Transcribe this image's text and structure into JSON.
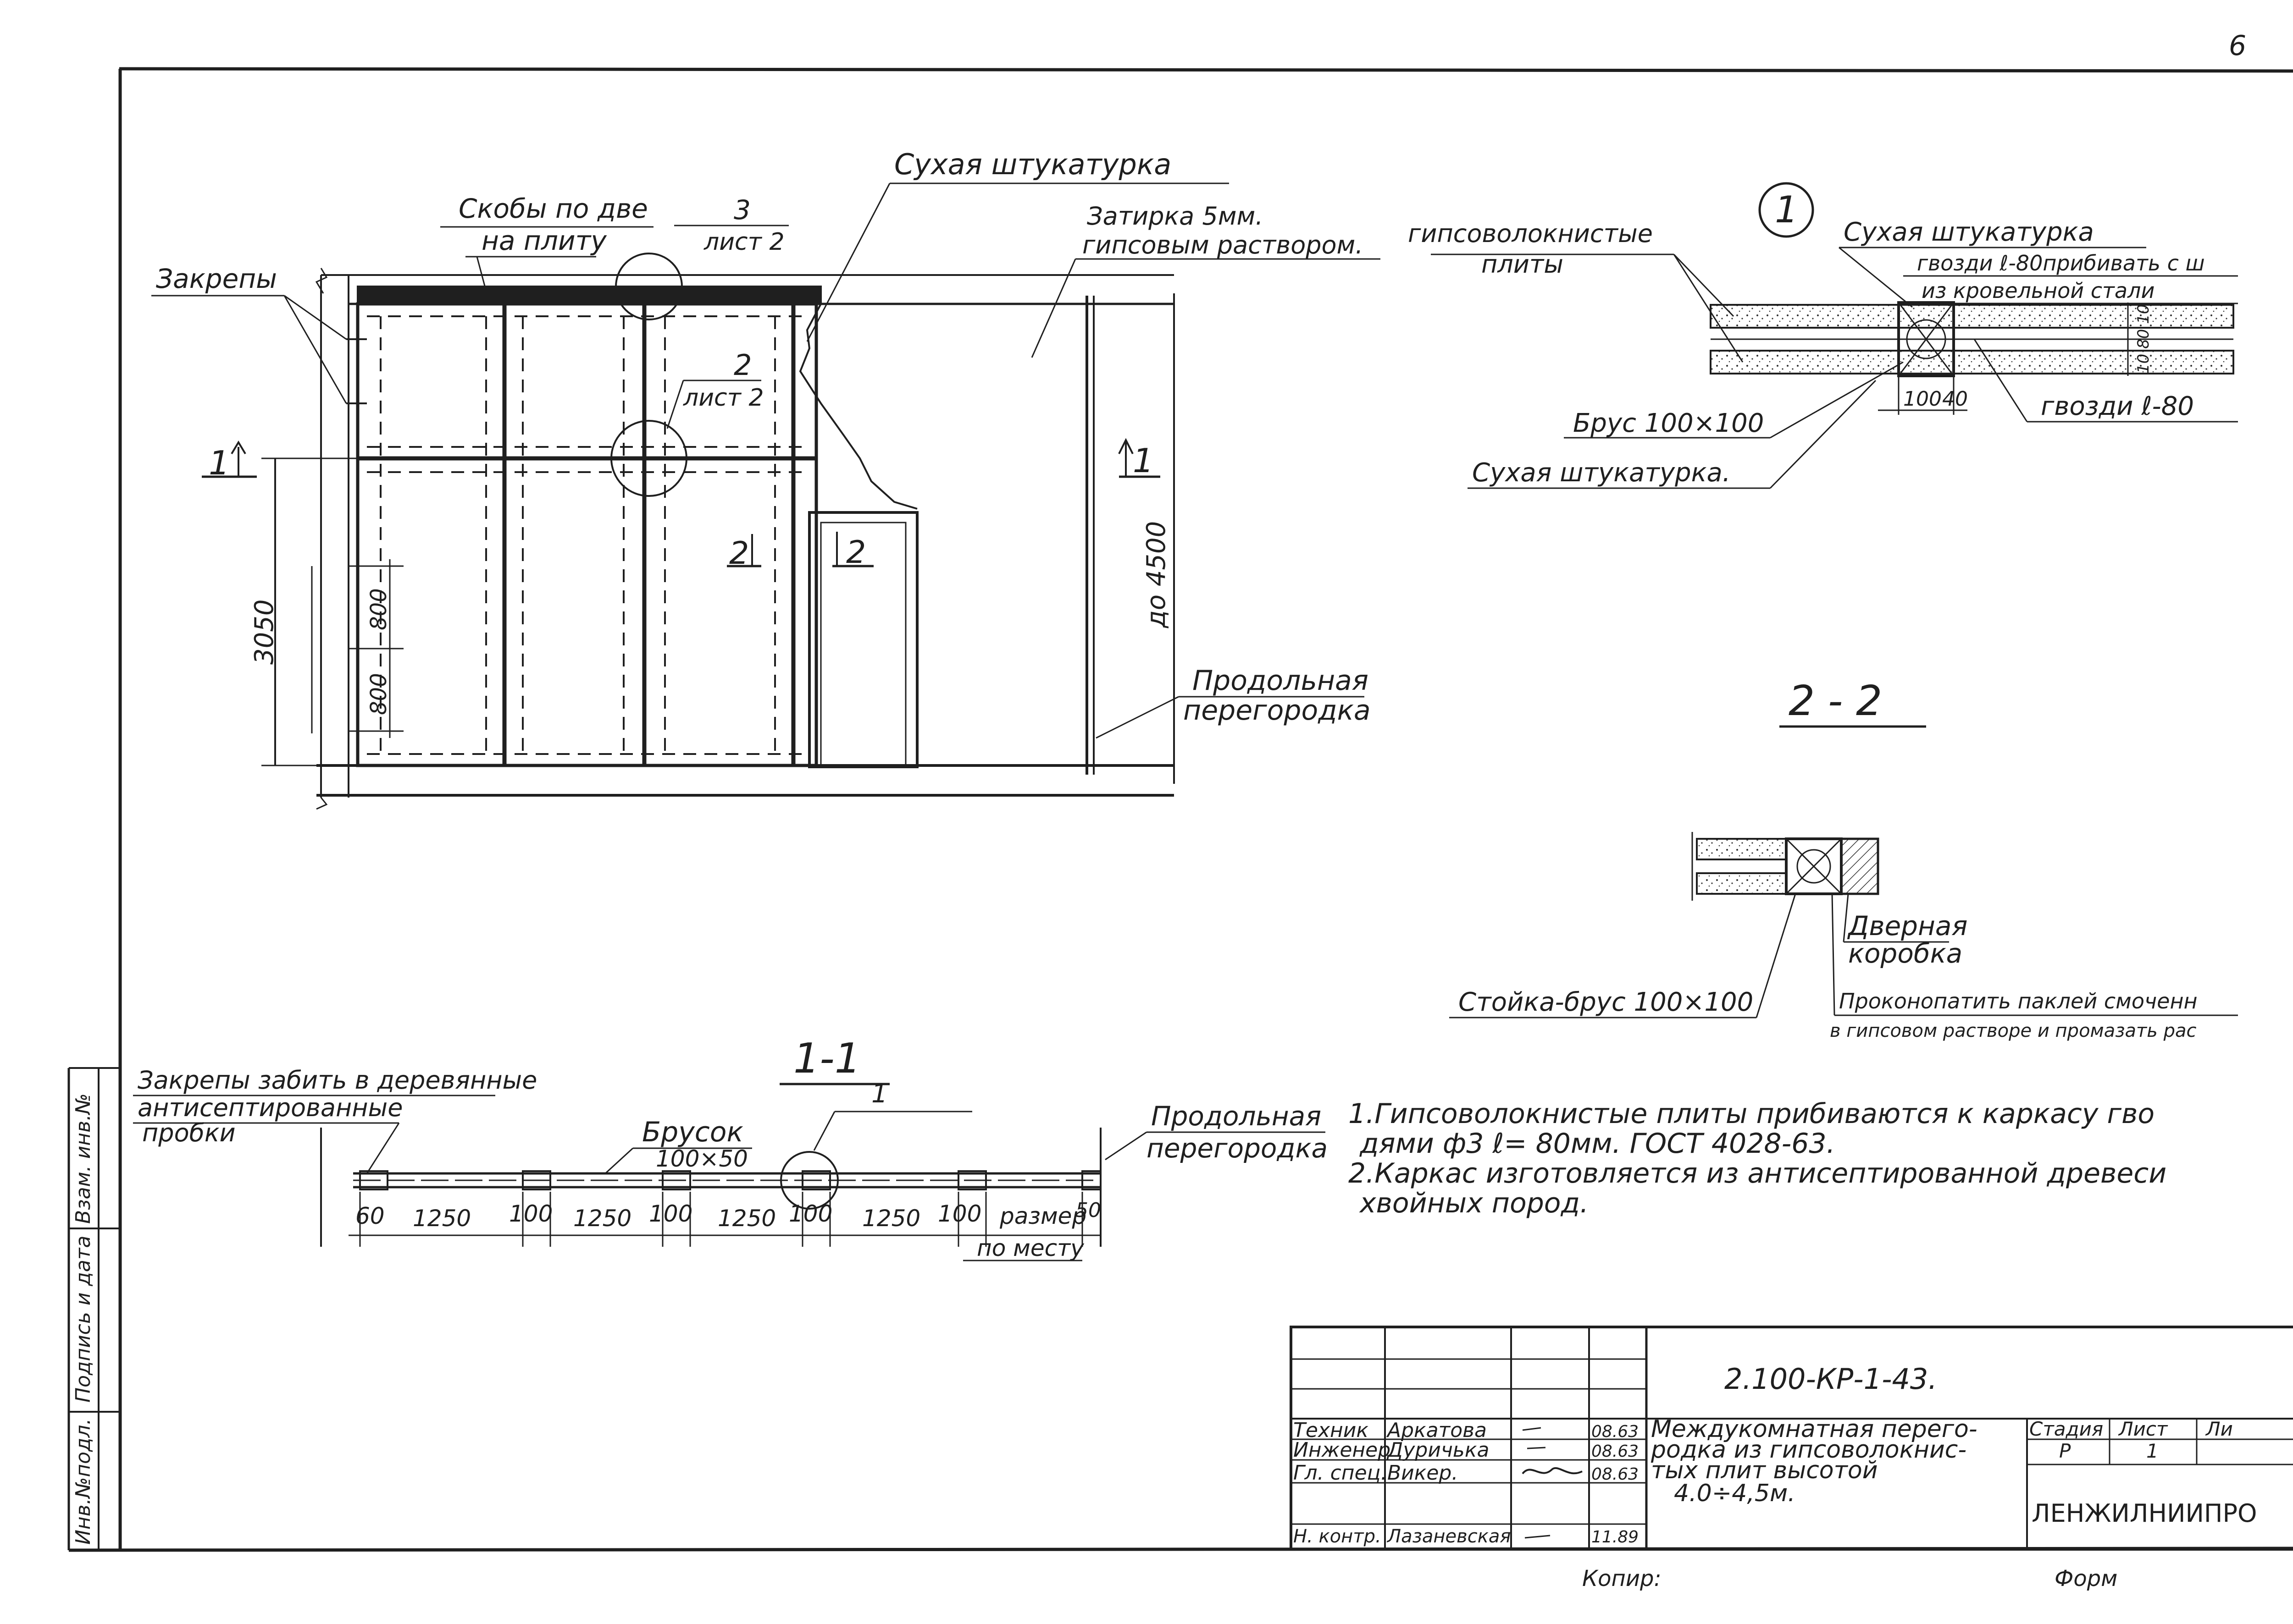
{
  "page_number": "6",
  "elevation": {
    "dry_plaster_label": "Сухая штукатурка",
    "staples_label_1": "Скобы по две",
    "staples_label_2": "на плиту",
    "clamps_label": "Закрепы",
    "callout_3_number": "3",
    "callout_3_sheet": "лист 2",
    "grout_label_1": "Затирка 5мм.",
    "grout_label_2": "гипсовым раствором.",
    "callout_2_number": "2",
    "callout_2_sheet": "лист 2",
    "section_1_left": "1",
    "section_1_right": "1",
    "section_2_upper": "2",
    "section_2_lower": "2",
    "height_dim": "3050",
    "dim_800_a": "800",
    "dim_800_b": "800",
    "height_max": "до 4500",
    "long_partition_1": "Продольная",
    "long_partition_2": "перегородка"
  },
  "detail_1": {
    "circle_number": "1",
    "gypsum_boards_1": "гипсоволокнистые",
    "gypsum_boards_2": "плиты",
    "dry_plaster_top": "Сухая штукатурка",
    "nails_note_1": "гвозди ℓ-80прибивать с ш",
    "nails_note_2": "из кровельной стали",
    "beam": "Брус 100×100",
    "dry_plaster_bottom": "Сухая штукатурка.",
    "dim_100": "100",
    "dim_40": "40",
    "nails_l80": "гвозди ℓ-80",
    "thickness_dims": "10 80 10"
  },
  "section_2_2": {
    "title": "2 - 2",
    "door_frame_1": "Дверная",
    "door_frame_2": "коробка",
    "post_beam": "Стойка-брус 100×100",
    "caulk_1": "Проконопатить паклей смоченн",
    "caulk_2": "в гипсовом растворе и промазать рас"
  },
  "section_1_1": {
    "title": "1-1",
    "callout_number": "1",
    "clamps_note_1": "Закрепы забить в деревянные",
    "clamps_note_2": "антисептированные",
    "clamps_note_3": "пробки",
    "bar_label": "Брусок",
    "bar_size": "100×50",
    "long_partition_1": "Продольная",
    "long_partition_2": "перегородка",
    "dims": [
      "60",
      "1250",
      "100",
      "1250",
      "100",
      "1250",
      "100",
      "1250",
      "100",
      "размер",
      "50"
    ],
    "size_on_site": "по месту"
  },
  "notes": {
    "line_1": "1.Гипсоволокнистые плиты прибиваются к каркасу гво",
    "line_2": "дями ф3 ℓ= 80мм. ГОСТ 4028-63.",
    "line_3": "2.Каркас изготовляется из антисептированной древеси",
    "line_4": "хвойных пород."
  },
  "title_block": {
    "code": "2.100-КР-1-43.",
    "rows": [
      {
        "role": "Техник",
        "name": "Аркатова",
        "date": "08.63"
      },
      {
        "role": "Инженер",
        "name": "Дуричька",
        "date": "08.63"
      },
      {
        "role": "Гл. спец.",
        "name": "Викер.",
        "date": "08.63"
      },
      {
        "role": "Н. контр.",
        "name": "Лазаневская",
        "date": "11.89"
      }
    ],
    "title_1": "Междукомнатная перего-",
    "title_2": "родка из гипсоволокнис-",
    "title_3": "тых плит высотой",
    "title_4": "4.0÷4,5м.",
    "stage_label": "Стадия",
    "sheet_label": "Лист",
    "sheets_label": "Ли",
    "stage_value": "Р",
    "sheet_value": "1",
    "organization": "ЛЕНЖИЛНИИПРО"
  },
  "side_stamp": {
    "inv_orig": "Инв.№подл.",
    "sign_date": "Подпись и дата",
    "replace_inv": "Взам. инв.№"
  },
  "bottom_fragments": {
    "copied": "Копир:",
    "format": "Форм"
  }
}
